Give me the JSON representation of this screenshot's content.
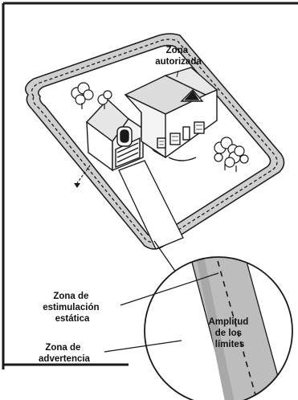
{
  "labels": {
    "authorized_zone": [
      "Zona",
      "autorizada"
    ],
    "static_zone": [
      "Zona de",
      "estimulación",
      "estática"
    ],
    "warning_zone": [
      "Zona de",
      "advertencia"
    ],
    "boundary_width": [
      "Amplitud",
      "de los",
      "límites"
    ]
  },
  "colors": {
    "outline": "#1a1a1a",
    "boundary_band": "#bdbdbd",
    "background": "#ffffff"
  },
  "icons": [
    "house-illustration",
    "tree-icon",
    "transmitter-icon",
    "boundary-wire"
  ]
}
